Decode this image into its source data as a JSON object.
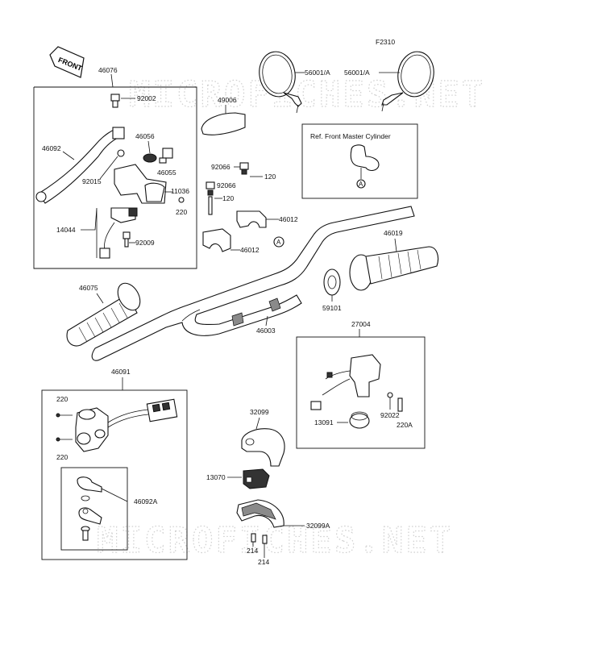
{
  "figure_code": "F2310",
  "front_arrow_label": "FRONT",
  "watermark": "MICROFICHES.NET",
  "ref_box_label": "Ref. Front Master Cylinder",
  "circle_marker": "A",
  "parts": {
    "p46076": "46076",
    "p92002": "92002",
    "p46092": "46092",
    "p92015": "92015",
    "p46056": "46056",
    "p46055": "46055",
    "p11036": "11036",
    "p220_a": "220",
    "p14044": "14044",
    "p92009": "92009",
    "p49006": "49006",
    "p56001A_1": "56001/A",
    "p56001A_2": "56001/A",
    "p92066_1": "92066",
    "p92066_2": "92066",
    "p120_1": "120",
    "p120_2": "120",
    "p46012_1": "46012",
    "p46012_2": "46012",
    "p46019": "46019",
    "p59101": "59101",
    "p46003": "46003",
    "p46075": "46075",
    "p27004": "27004",
    "p92022": "92022",
    "p13091": "13091",
    "p220A": "220A",
    "p46091": "46091",
    "p220_b": "220",
    "p220_c": "220",
    "p46092A": "46092A",
    "p32099": "32099",
    "p13070": "13070",
    "p32099A": "32099A",
    "p214_1": "214",
    "p214_2": "214"
  }
}
